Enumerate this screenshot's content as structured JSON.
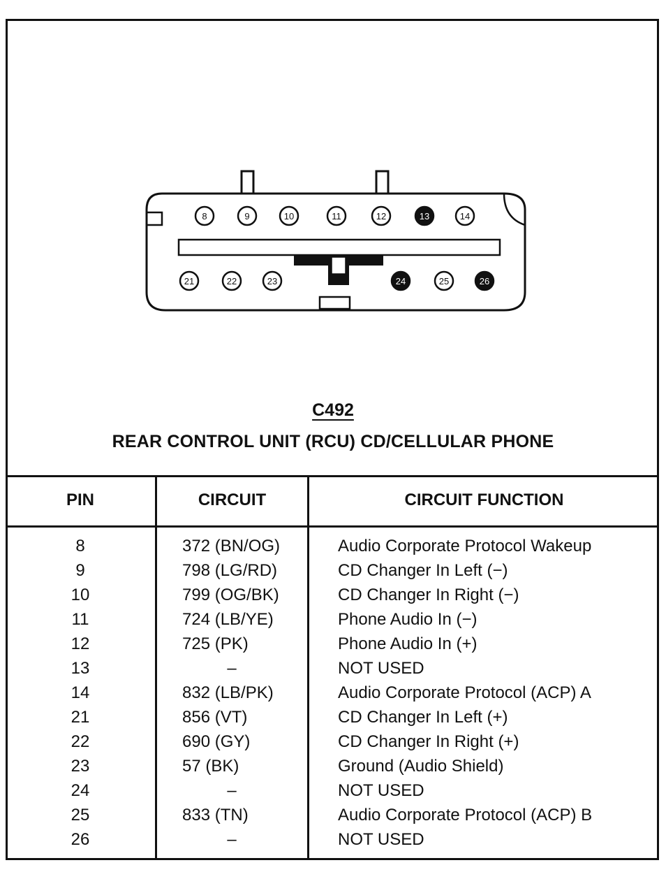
{
  "connector": {
    "id": "C492",
    "name": "REAR CONTROL UNIT (RCU) CD/CELLULAR PHONE",
    "top_row": [
      {
        "pin": "8",
        "used": true
      },
      {
        "pin": "9",
        "used": true
      },
      {
        "pin": "10",
        "used": true
      },
      {
        "pin": "11",
        "used": true
      },
      {
        "pin": "12",
        "used": true
      },
      {
        "pin": "13",
        "used": false
      },
      {
        "pin": "14",
        "used": true
      }
    ],
    "bottom_row": [
      {
        "pin": "21",
        "used": true
      },
      {
        "pin": "22",
        "used": true
      },
      {
        "pin": "23",
        "used": true
      },
      {
        "pin": "24",
        "used": false
      },
      {
        "pin": "25",
        "used": true
      },
      {
        "pin": "26",
        "used": false
      }
    ]
  },
  "table": {
    "headers": {
      "pin": "PIN",
      "circuit": "CIRCUIT",
      "function": "CIRCUIT FUNCTION"
    },
    "rows": [
      {
        "pin": "8",
        "circuit": "372 (BN/OG)",
        "function": "Audio Corporate Protocol Wakeup"
      },
      {
        "pin": "9",
        "circuit": "798 (LG/RD)",
        "function": "CD Changer In Left (−)"
      },
      {
        "pin": "10",
        "circuit": "799 (OG/BK)",
        "function": "CD Changer In Right (−)"
      },
      {
        "pin": "11",
        "circuit": "724 (LB/YE)",
        "function": "Phone Audio In (−)"
      },
      {
        "pin": "12",
        "circuit": "725 (PK)",
        "function": "Phone Audio In (+)"
      },
      {
        "pin": "13",
        "circuit": "–",
        "function": "NOT USED"
      },
      {
        "pin": "14",
        "circuit": "832 (LB/PK)",
        "function": "Audio Corporate Protocol (ACP) A"
      },
      {
        "pin": "21",
        "circuit": "856 (VT)",
        "function": "CD Changer In Left (+)"
      },
      {
        "pin": "22",
        "circuit": "690 (GY)",
        "function": "CD Changer In Right (+)"
      },
      {
        "pin": "23",
        "circuit": "57 (BK)",
        "function": "Ground (Audio Shield)"
      },
      {
        "pin": "24",
        "circuit": "–",
        "function": "NOT USED"
      },
      {
        "pin": "25",
        "circuit": "833 (TN)",
        "function": "Audio Corporate Protocol (ACP) B"
      },
      {
        "pin": "26",
        "circuit": "–",
        "function": "NOT USED"
      }
    ]
  }
}
